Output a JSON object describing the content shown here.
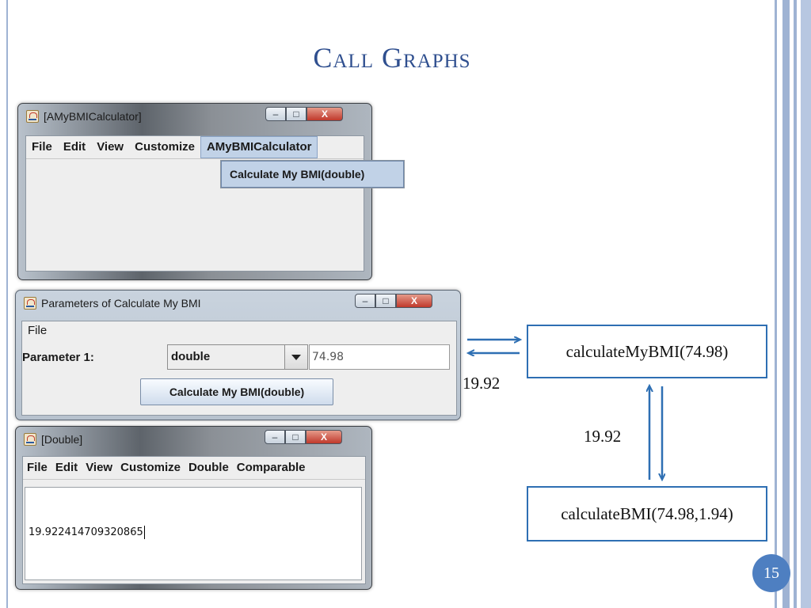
{
  "slide": {
    "title": "Call Graphs",
    "page_number": "15"
  },
  "window_calculator": {
    "title": "[AMyBMICalculator]",
    "menu": [
      "File",
      "Edit",
      "View",
      "Customize",
      "AMyBMICalculator"
    ],
    "selected_menu": "AMyBMICalculator",
    "dropdown_item": "Calculate My BMI(double)",
    "controls": {
      "minimize": "–",
      "maximize": "□",
      "close": "X"
    }
  },
  "window_parameters": {
    "title": "Parameters of Calculate My BMI",
    "menu": [
      "File"
    ],
    "param_label": "Parameter 1:",
    "type_value": "double",
    "value": "74.98",
    "button_label": "Calculate My BMI(double)"
  },
  "window_double": {
    "title": "[Double]",
    "menu": [
      "File",
      "Edit",
      "View",
      "Customize",
      "Double",
      "Comparable"
    ],
    "output": "19.922414709320865"
  },
  "call_graph": {
    "node_top": "calculateMyBMI(74.98)",
    "node_bottom": "calculateBMI(74.98,1.94)",
    "return_to_ui": "19.92",
    "return_between": "19.92",
    "arrow_color": "#2e6fb3"
  }
}
